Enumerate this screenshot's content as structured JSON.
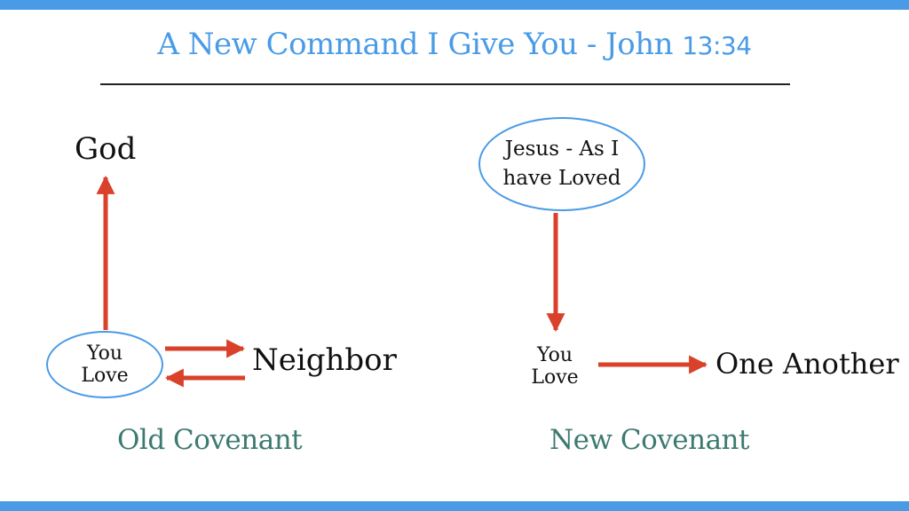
{
  "title": {
    "main": "A New Command I Give You - John",
    "ref": "13:34"
  },
  "old_covenant": {
    "top_label": "God",
    "center_label": "You Love",
    "right_label": "Neighbor",
    "caption": "Old Covenant"
  },
  "new_covenant": {
    "top_label": "Jesus - As I have Loved",
    "center_label": "You Love",
    "right_label": "One Another",
    "caption": "New Covenant"
  },
  "colors": {
    "accent_blue": "#4a9be6",
    "arrow_red": "#d9412b",
    "caption_teal": "#3d7a70"
  }
}
